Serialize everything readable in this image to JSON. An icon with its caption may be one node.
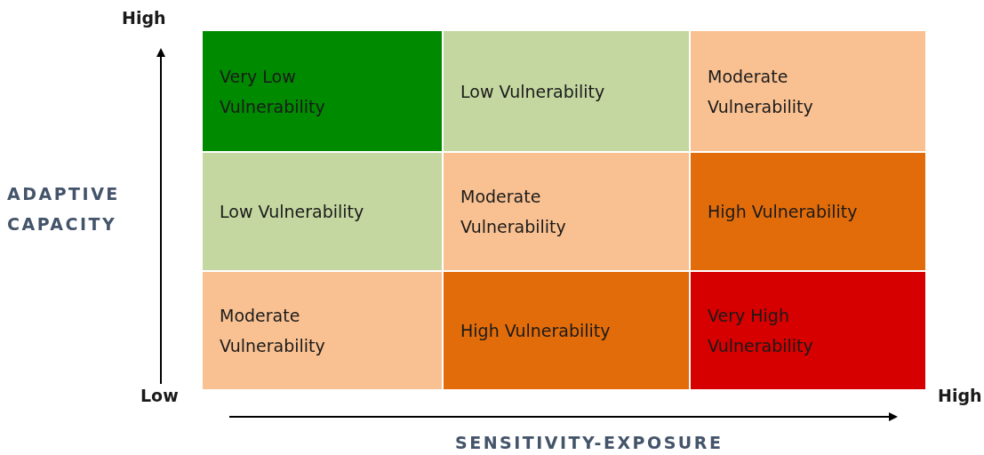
{
  "diagram": {
    "nodes": [
      {
        "text": [
          "Very Low Vulnerability"
        ]
      },
      {
        "text": [
          "Low Vulnerability"
        ]
      },
      {
        "text": [
          "Moderate Vulnerability"
        ]
      },
      {
        "text": [
          "Low Vulnerability"
        ]
      },
      {
        "text": [
          "Moderate Vulnerability"
        ]
      },
      {
        "text": [
          "High Vulnerability"
        ]
      },
      {
        "text": [
          "Moderate Vulnerability"
        ]
      },
      {
        "text": [
          "High Vulnerability"
        ]
      },
      {
        "text": [
          "Very High Vulnerability"
        ]
      }
    ],
    "edges": [],
    "labels": [
      "High",
      "ADAPTIVE CAPACITY",
      "Low",
      "High",
      "SENSITIVITY-EXPOSURE"
    ]
  }
}
